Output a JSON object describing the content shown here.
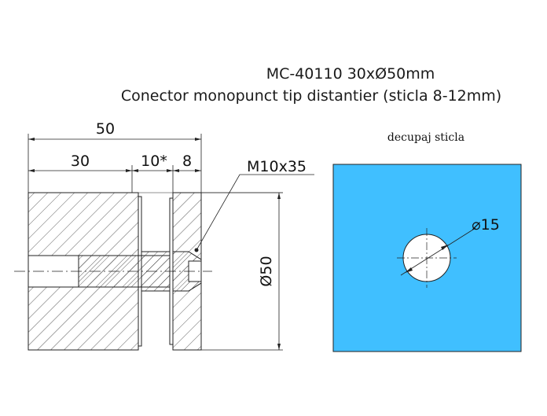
{
  "header": {
    "title_line1": "MC-40110    30xØ50mm",
    "title_line2": "Conector monopunct tip distantier (sticla 8-12mm)"
  },
  "side_view": {
    "dimensions": {
      "overall_length": "50",
      "left_block": "30",
      "glass_gap": "10*",
      "right_cap": "8",
      "diameter": "Ø50",
      "screw": "M10x35"
    }
  },
  "cutout_view": {
    "label": "decupaj sticla",
    "hole_diameter": "⌀15",
    "colors": {
      "glass_fill": "#40BFFF",
      "hole_fill": "#FFFFFF"
    }
  }
}
